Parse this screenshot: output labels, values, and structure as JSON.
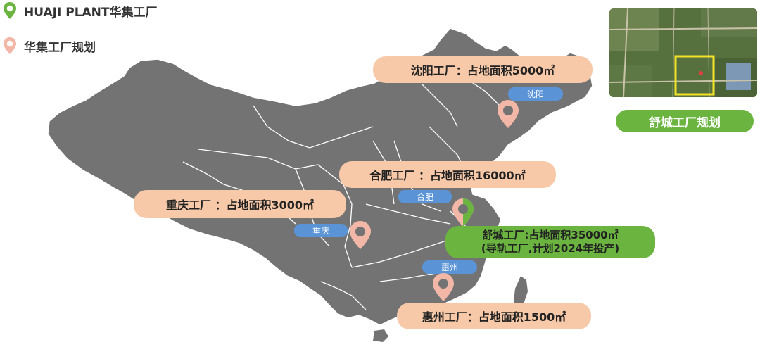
{
  "legend": {
    "plant_label": "HUAJI PLANT华集工厂",
    "plan_label": "华集工厂规划",
    "plant_color": "#6ab43f",
    "plan_color": "#f3b7a7"
  },
  "callouts": {
    "shenyang": "沈阳工厂：占地面积5000㎡",
    "hefei": "合肥工厂  ：占地面积16000㎡",
    "chongqing": "重庆工厂  ：占地面积3000㎡",
    "huizhou": "惠州工厂：占地面积1500㎡"
  },
  "tags": {
    "shenyang": "沈阳",
    "hefei": "合肥",
    "chongqing": "重庆",
    "huizhou": "惠州"
  },
  "shucheng": {
    "line1": "舒城工厂:占地面积35000㎡",
    "line2": "(导轨工厂,计划2024年投产)"
  },
  "photo_button": "舒城工厂规划",
  "colors": {
    "map_fill": "#737373",
    "callout_bg": "#f7c9a8",
    "tag_bg": "#5b94d6",
    "green": "#6ab43f",
    "pin_pink": "#f3b7a7"
  }
}
